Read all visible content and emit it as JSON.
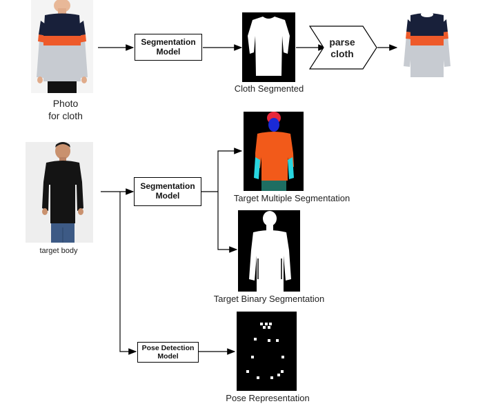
{
  "top_row": {
    "photo_caption_line1": "Photo",
    "photo_caption_line2": "for cloth",
    "seg_model_line1": "Segmentation",
    "seg_model_line2": "Model",
    "cloth_segmented": "Cloth Segmented",
    "parse_line1": "parse",
    "parse_line2": "cloth"
  },
  "bottom_rows": {
    "target_body": "target body",
    "seg_model_line1": "Segmentation",
    "seg_model_line2": "Model",
    "multi_seg": "Target Multiple Segmentation",
    "binary_seg": "Target Binary Segmentation",
    "pose_model_line1": "Pose Detection",
    "pose_model_line2": "Model",
    "pose_repr": "Pose Representation"
  },
  "colors": {
    "shirt_navy": "#18203a",
    "shirt_orange": "#ee5a2a",
    "shirt_grey": "#c7cbd1",
    "seg_orange": "#f25a1a",
    "seg_blue": "#1a2ad6",
    "seg_red": "#e8283a",
    "seg_cyan": "#28d6e0",
    "seg_teal": "#1e6e62"
  }
}
